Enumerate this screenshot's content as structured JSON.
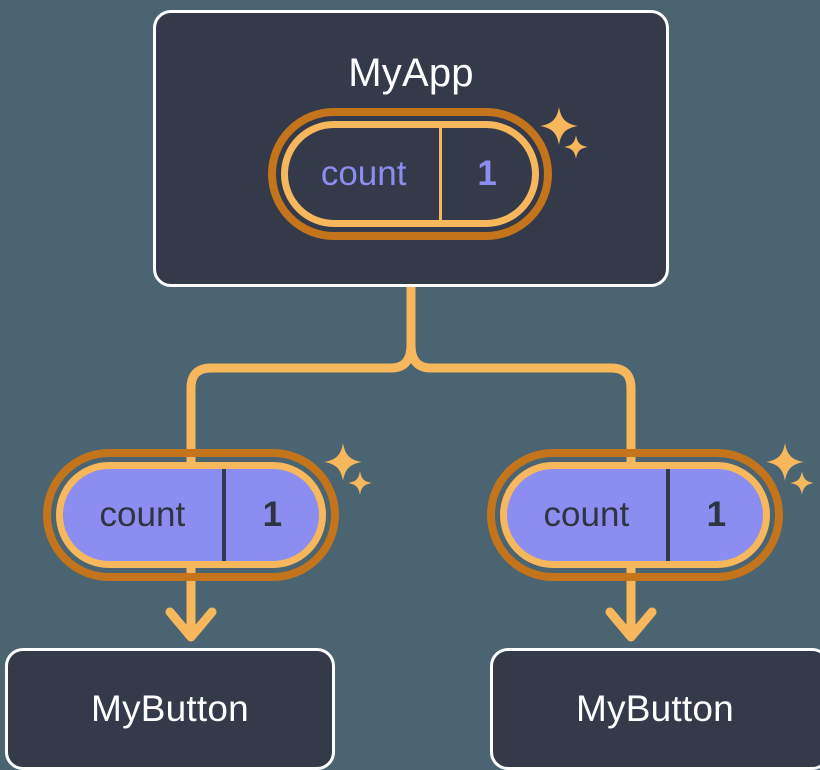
{
  "theme": {
    "page_background": "#4a6472",
    "card_background": "#343a4a",
    "card_border": "#ffffff",
    "pill_outer_ring": "#c4741a",
    "pill_inner_ring": "#f7b75c",
    "pill_fill_purple": "#8b8ef0",
    "state_text_purple": "#8b8ef0",
    "state_text_dark": "#2e3440",
    "connector_line": "#f7b75c",
    "sparkle": "#f7b75c"
  },
  "diagram": {
    "type": "component-tree",
    "root": {
      "name": "app-card",
      "title": "MyApp",
      "state": {
        "key": "count",
        "value": "1"
      },
      "has_sparkles": true
    },
    "children": [
      {
        "name": "left-branch",
        "state": {
          "key": "count",
          "value": "1"
        },
        "has_sparkles": true,
        "leaf_title": "MyButton"
      },
      {
        "name": "right-branch",
        "state": {
          "key": "count",
          "value": "1"
        },
        "has_sparkles": true,
        "leaf_title": "MyButton"
      }
    ]
  },
  "icons": {
    "sparkle_large": "sparkle-four-point-icon",
    "sparkle_small": "sparkle-four-point-small-icon",
    "arrow_down": "arrow-down-icon"
  }
}
